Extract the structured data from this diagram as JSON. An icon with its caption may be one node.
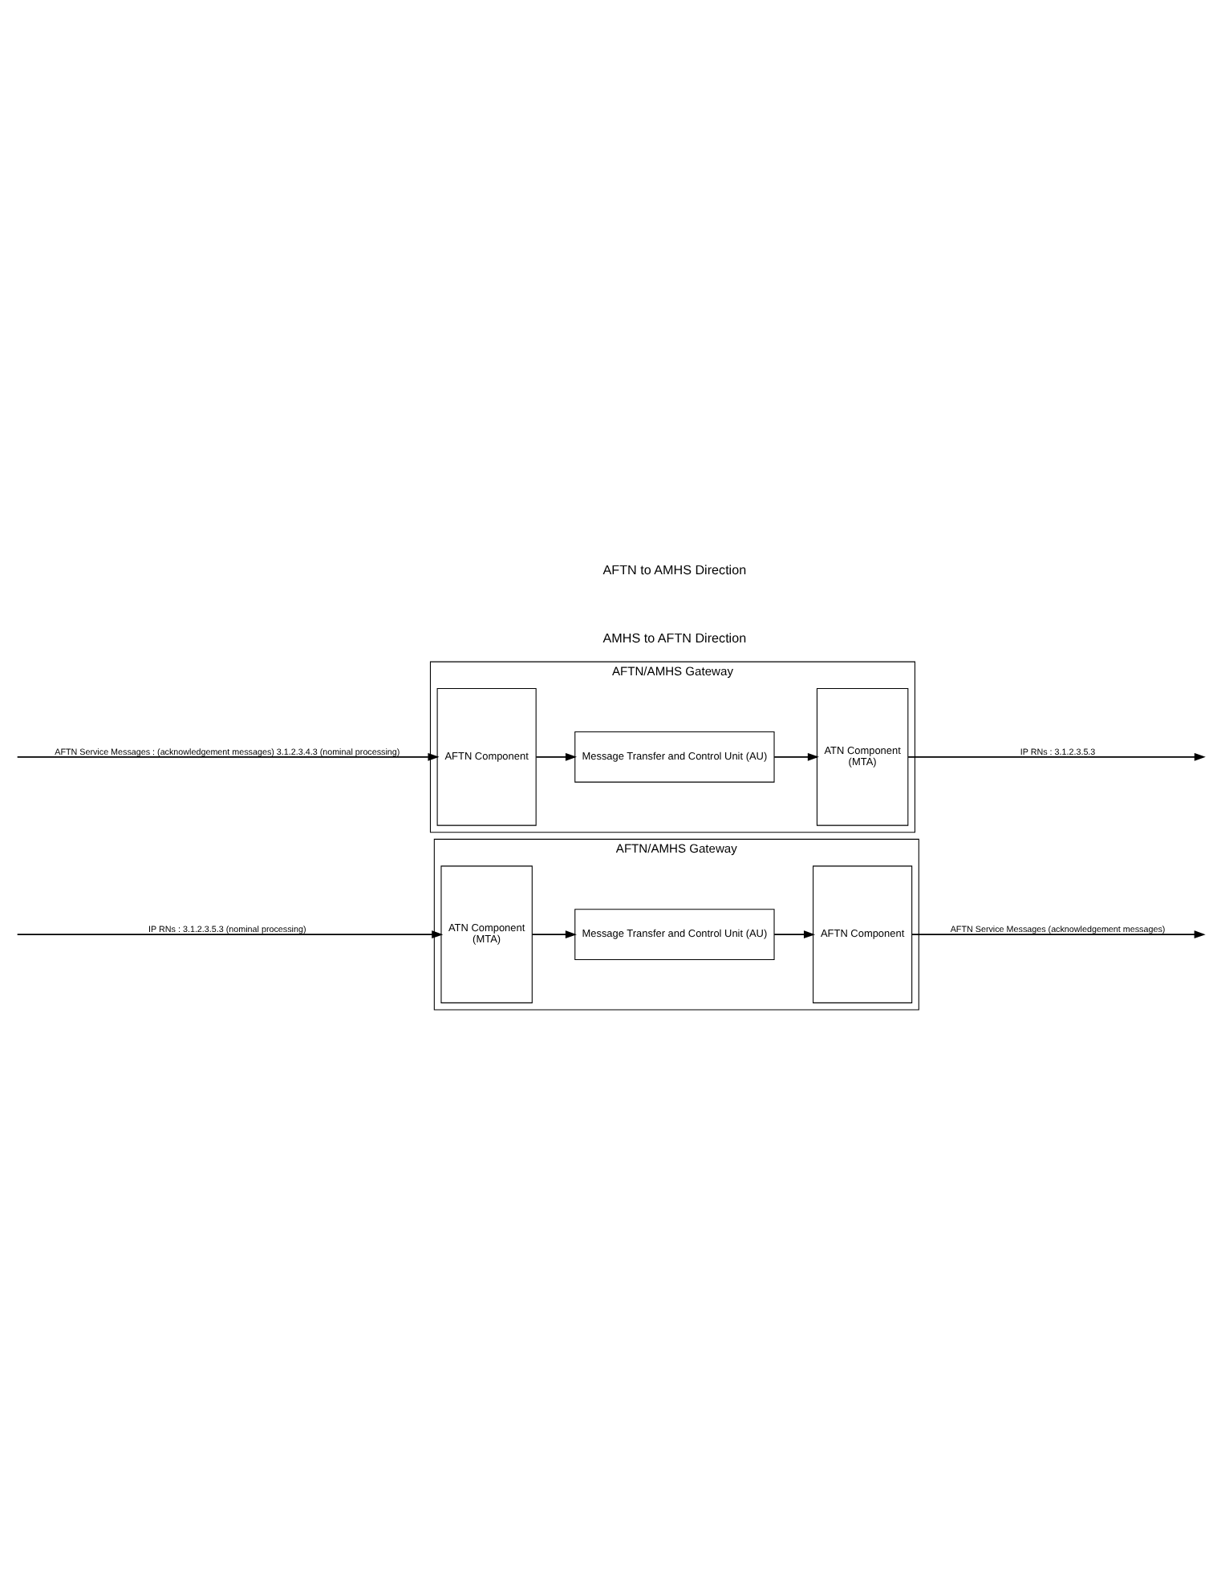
{
  "diagram": {
    "nodes": [
      {
        "text": [
          "AFTN/AMHS Gateway"
        ]
      },
      {
        "text": [
          "Message Transfer and Control Unit (AU)"
        ],
        "in": 0
      },
      {
        "text": [
          "ATN Component",
          "(MTA)"
        ],
        "in": 0
      },
      {
        "text": [
          "AFTN Component"
        ],
        "in": 0
      },
      {
        "text": [
          "AFTN/AMHS Gateway"
        ]
      },
      {
        "text": [
          "Message Transfer and Control Unit (AU)"
        ],
        "in": 4
      },
      {
        "text": [
          "ATN Component",
          "(MTA)"
        ],
        "in": 4
      },
      {
        "text": [
          "AFTN Component"
        ],
        "in": 4
      }
    ],
    "edges": [
      {
        "from": null,
        "to": 2,
        "arrow": "to",
        "label": "IP RNs : 3.1.2.3.5.3 (nominal processing)"
      },
      {
        "from": 2,
        "to": 1,
        "arrow": "to"
      },
      {
        "from": 1,
        "to": 3,
        "arrow": "to"
      },
      {
        "from": 3,
        "to": null,
        "arrow": "to",
        "label": "AFTN Service Messages (acknowledgement messages)"
      },
      {
        "from": 5,
        "to": 6,
        "arrow": "to"
      },
      {
        "from": 7,
        "to": 5,
        "arrow": "to"
      },
      {
        "from": 6,
        "to": null,
        "arrow": "to",
        "label": "IP RNs : 3.1.2.3.5.3"
      },
      {
        "from": null,
        "to": 7,
        "arrow": "to",
        "label": "AFTN Service Messages : (acknowledgement messages) 3.1.2.3.4.3 (nominal processing)"
      }
    ],
    "labels": [
      "AMHS to AFTN Direction",
      "AFTN to AMHS Direction"
    ]
  }
}
